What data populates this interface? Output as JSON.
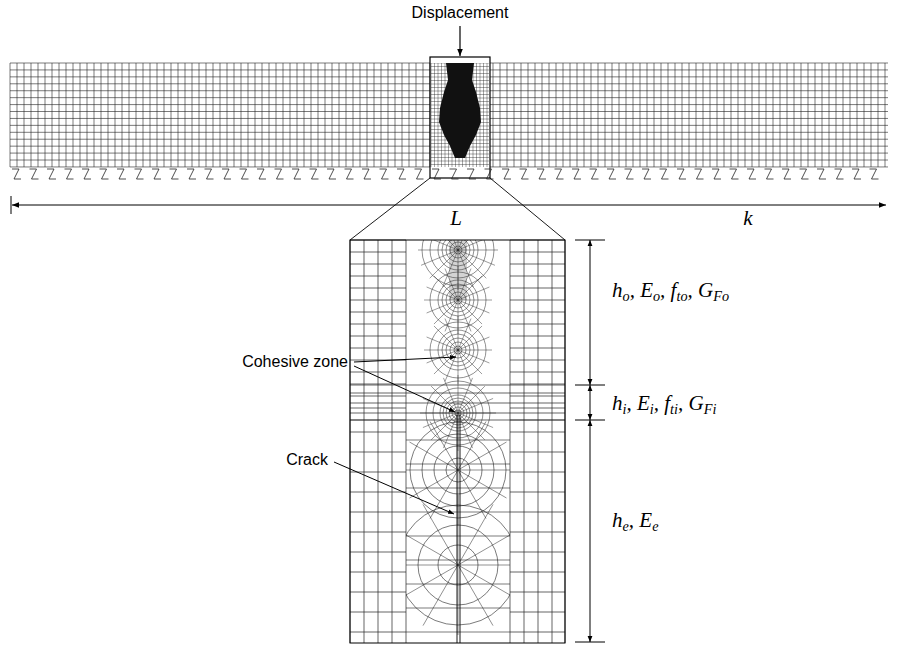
{
  "diagram": {
    "labels": [
      "Displacement",
      "L",
      "k",
      "Cohesive zone",
      "Crack",
      "ho, Eo, fto, GFo",
      "hi, Ei, fti, GFi",
      "he, Ee"
    ]
  }
}
